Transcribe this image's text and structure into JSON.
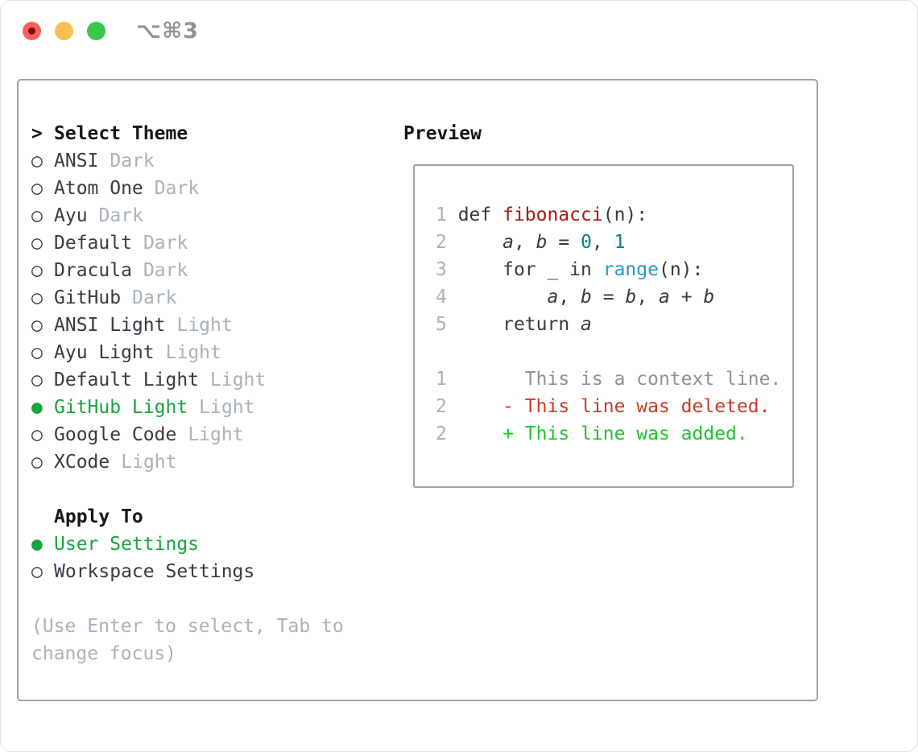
{
  "window": {
    "title": "⌥⌘3",
    "traffic_lights": [
      {
        "name": "close",
        "color": "#f2625a",
        "has_dot": true,
        "dot_color": "#7b0f0c"
      },
      {
        "name": "minimize",
        "color": "#f7bf4f",
        "has_dot": false
      },
      {
        "name": "zoom",
        "color": "#39c84c",
        "has_dot": false
      }
    ]
  },
  "markers": {
    "header": ">",
    "selected": "●",
    "unselected": "○"
  },
  "theme_panel": {
    "header_label": "Select Theme",
    "themes": [
      {
        "name": "ANSI",
        "variant": "Dark",
        "selected": false
      },
      {
        "name": "Atom One",
        "variant": "Dark",
        "selected": false
      },
      {
        "name": "Ayu",
        "variant": "Dark",
        "selected": false
      },
      {
        "name": "Default",
        "variant": "Dark",
        "selected": false
      },
      {
        "name": "Dracula",
        "variant": "Dark",
        "selected": false
      },
      {
        "name": "GitHub",
        "variant": "Dark",
        "selected": false
      },
      {
        "name": "ANSI Light",
        "variant": "Light",
        "selected": false
      },
      {
        "name": "Ayu Light",
        "variant": "Light",
        "selected": false
      },
      {
        "name": "Default Light",
        "variant": "Light",
        "selected": false
      },
      {
        "name": "GitHub Light",
        "variant": "Light",
        "selected": true
      },
      {
        "name": "Google Code",
        "variant": "Light",
        "selected": false
      },
      {
        "name": "XCode",
        "variant": "Light",
        "selected": false
      }
    ],
    "apply_to": {
      "label": "Apply To",
      "options": [
        {
          "name": "User Settings",
          "selected": true
        },
        {
          "name": "Workspace Settings",
          "selected": false
        }
      ]
    },
    "hint_lines": [
      "(Use Enter to select, Tab to",
      "change focus)"
    ]
  },
  "preview": {
    "label": "Preview",
    "code_lines": [
      [
        [
          "ln",
          "1 "
        ],
        [
          "t",
          "def "
        ],
        [
          "fn",
          "fibonacci"
        ],
        [
          "t",
          "(n):"
        ]
      ],
      [
        [
          "ln",
          "2 "
        ],
        [
          "t",
          "    "
        ],
        [
          "v",
          "a"
        ],
        [
          "t",
          ", "
        ],
        [
          "v",
          "b"
        ],
        [
          "t",
          " = "
        ],
        [
          "num",
          "0"
        ],
        [
          "t",
          ", "
        ],
        [
          "num",
          "1"
        ]
      ],
      [
        [
          "ln",
          "3 "
        ],
        [
          "t",
          "    for _ in "
        ],
        [
          "call",
          "range"
        ],
        [
          "t",
          "(n):"
        ]
      ],
      [
        [
          "ln",
          "4 "
        ],
        [
          "t",
          "        "
        ],
        [
          "v",
          "a"
        ],
        [
          "t",
          ", "
        ],
        [
          "v",
          "b"
        ],
        [
          "t",
          " = "
        ],
        [
          "v",
          "b"
        ],
        [
          "t",
          ", "
        ],
        [
          "v",
          "a"
        ],
        [
          "t",
          " + "
        ],
        [
          "v",
          "b"
        ]
      ],
      [
        [
          "ln",
          "5 "
        ],
        [
          "t",
          "    return "
        ],
        [
          "v",
          "a"
        ]
      ],
      [],
      [
        [
          "ln",
          "1 "
        ],
        [
          "ctx",
          "      This is a context line."
        ]
      ],
      [
        [
          "ln",
          "2 "
        ],
        [
          "del",
          "    - This line was deleted."
        ]
      ],
      [
        [
          "ln",
          "2 "
        ],
        [
          "add",
          "    + This line was added."
        ]
      ]
    ]
  },
  "colors": {
    "accent_green": "#16a53e",
    "text_dark": "#343b42",
    "text_muted": "#a8b1bb",
    "border_gray": "#9aa3ad",
    "syntax_function_red": "#a61b12",
    "syntax_number_teal": "#0a7f80",
    "syntax_call_blue": "#2798c9",
    "diff_context_gray": "#8b9299",
    "diff_deleted_red": "#cb3928",
    "diff_added_green": "#1ec42d"
  }
}
